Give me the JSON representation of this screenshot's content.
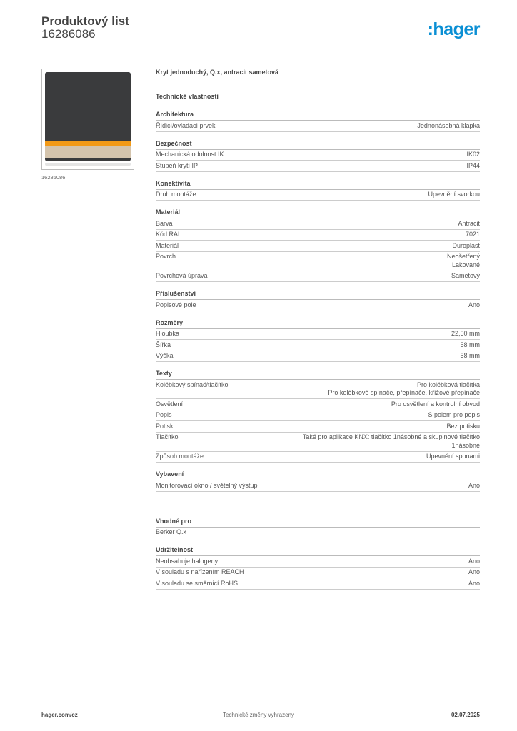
{
  "header": {
    "title": "Produktový list",
    "doc_number": "16286086",
    "logo": "hager",
    "brand_color": "#0a8fd4"
  },
  "image": {
    "caption": "16286086"
  },
  "product_name": "Kryt jednoduchý, Q.x, antracit sametová",
  "tech_heading": "Technické vlastnosti",
  "sections": [
    {
      "title": "Architektura",
      "rows": [
        {
          "k": "Řídicí/ovládací prvek",
          "v": "Jednonásobná klapka"
        }
      ]
    },
    {
      "title": "Bezpečnost",
      "rows": [
        {
          "k": "Mechanická odolnost IK",
          "v": "IK02"
        },
        {
          "k": "Stupeň krytí IP",
          "v": "IP44"
        }
      ]
    },
    {
      "title": "Konektivita",
      "rows": [
        {
          "k": "Druh montáže",
          "v": "Upevnění svorkou"
        }
      ]
    },
    {
      "title": "Materiál",
      "rows": [
        {
          "k": "Barva",
          "v": "Antracit"
        },
        {
          "k": "Kód RAL",
          "v": "7021"
        },
        {
          "k": "Materiál",
          "v": "Duroplast"
        },
        {
          "k": "Povrch",
          "v": "Neošetřený\nLakované"
        },
        {
          "k": "Povrchová úprava",
          "v": "Sametový"
        }
      ]
    },
    {
      "title": "Příslušenství",
      "rows": [
        {
          "k": "Popisové pole",
          "v": "Ano"
        }
      ]
    },
    {
      "title": "Rozměry",
      "rows": [
        {
          "k": "Hloubka",
          "v": "22,50 mm"
        },
        {
          "k": "Šířka",
          "v": "58 mm"
        },
        {
          "k": "Výška",
          "v": "58 mm"
        }
      ]
    },
    {
      "title": "Texty",
      "rows": [
        {
          "k": "Kolébkový spínač/tlačítko",
          "v": "Pro kolébková tlačítka\nPro kolébkové spínače, přepínače, křížové přepínače"
        },
        {
          "k": "Osvětlení",
          "v": "Pro osvětlení a kontrolní obvod"
        },
        {
          "k": "Popis",
          "v": "S polem pro popis"
        },
        {
          "k": "Potisk",
          "v": "Bez potisku"
        },
        {
          "k": "Tlačítko",
          "v": "Také pro aplikace KNX: tlačítko 1násobné a skupinové tlačítko\n1násobné"
        },
        {
          "k": "Způsob montáže",
          "v": "Upevnění sponami"
        }
      ]
    },
    {
      "title": "Vybavení",
      "rows": [
        {
          "k": "Monitorovací okno / světelný výstup",
          "v": "Ano"
        }
      ]
    },
    {
      "title": "Vhodné pro",
      "rows": [
        {
          "k": "Berker Q.x",
          "v": ""
        }
      ]
    },
    {
      "title": "Udržitelnost",
      "rows": [
        {
          "k": "Neobsahuje halogeny",
          "v": "Ano"
        },
        {
          "k": "V souladu s nařízením REACH",
          "v": "Ano"
        },
        {
          "k": "V souladu se směrnicí RoHS",
          "v": "Ano"
        }
      ]
    }
  ],
  "footer": {
    "website": "hager.com/cz",
    "notice": "Technické změny vyhrazeny",
    "date": "02.07.2025"
  }
}
